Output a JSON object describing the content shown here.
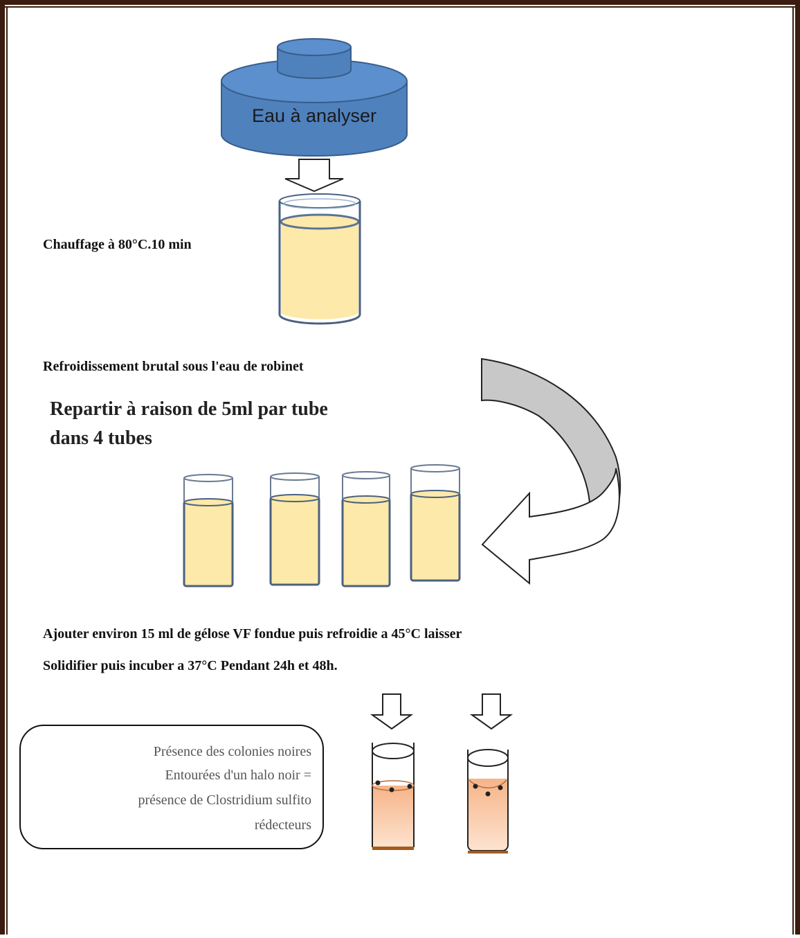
{
  "container_label": "Eau à analyser",
  "steps": {
    "heating": "Chauffage à 80°C.10 min",
    "cooling": "Refroidissement brutal sous l'eau de robinet",
    "distribute_line1": "Repartir à raison de 5ml par tube",
    "distribute_line2": "dans 4 tubes",
    "agar_line1": "Ajouter environ 15 ml de gélose VF fondue puis refroidie a 45°C laisser",
    "agar_line2": "Solidifier puis incuber a 37°C  Pendant 24h et 48h."
  },
  "result_box": {
    "line1": "Présence des colonies noires",
    "line2": "Entourées d'un halo noir =",
    "line3": "présence de Clostridium sulfito",
    "line4": "rédecteurs"
  },
  "colors": {
    "frame": "#3a1d10",
    "container_fill": "#4f81bd",
    "container_stroke": "#385d8a",
    "liquid": "#fde9a9",
    "tube_stroke": "#4a6180",
    "arrow_gray": "#c8c8c8",
    "agar_orange": "#f5b98a"
  }
}
